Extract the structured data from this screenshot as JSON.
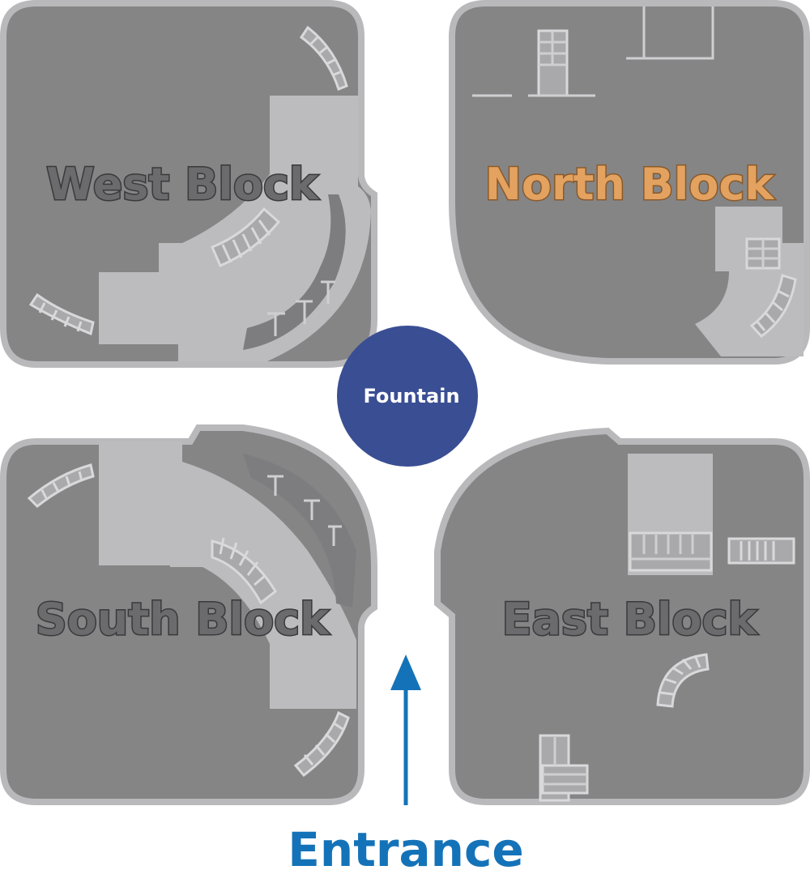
{
  "blocks": {
    "west": {
      "label": "West Block",
      "fill": "#6b6b6d",
      "outline": "#3a3a3c"
    },
    "north": {
      "label": "North Block",
      "fill": "#e3a260",
      "outline": "#8a5a2a"
    },
    "south": {
      "label": "South Block",
      "fill": "#6b6b6d",
      "outline": "#3a3a3c"
    },
    "east": {
      "label": "East Block",
      "fill": "#6b6b6d",
      "outline": "#3a3a3c"
    }
  },
  "fountain": {
    "label": "Fountain",
    "color": "#3a4e93",
    "text_color": "#ffffff"
  },
  "entrance": {
    "label": "Entrance",
    "color": "#1473b8",
    "icon": "arrow-up-icon"
  },
  "colors": {
    "block_floor": "#858586",
    "block_border": "#b9b9bb",
    "hallway": "#bcbcbe"
  }
}
